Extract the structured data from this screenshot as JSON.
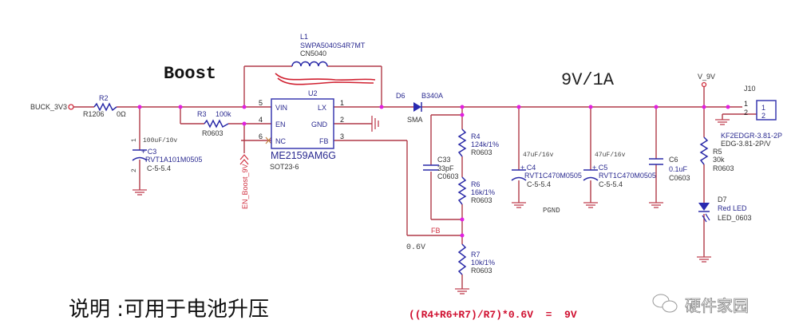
{
  "title": "Boost",
  "output_rating": "9V/1A",
  "nets": {
    "input": "BUCK_3V3",
    "output": "V_9V",
    "enable": "EN_Boost_9V",
    "feedback": "FB",
    "fb_voltage": "0.6V",
    "pgnd": "PGND"
  },
  "components": {
    "R2": {
      "ref": "R2",
      "package": "R1206",
      "value": "0Ω"
    },
    "C3": {
      "ref": "+ C3",
      "value": "100uF/10v",
      "part": "RVT1A101M0505",
      "package": "C-5-5.4"
    },
    "R3": {
      "ref": "R3",
      "value": "100k",
      "package": "R0603"
    },
    "L1": {
      "ref": "L1",
      "part": "SWPA5040S4R7MT",
      "package": "CN5040"
    },
    "U2": {
      "ref": "U2",
      "part": "ME2159AM6G",
      "package": "SOT23-6",
      "pins": [
        {
          "num": "5",
          "name": "VIN"
        },
        {
          "num": "4",
          "name": "EN"
        },
        {
          "num": "6",
          "name": "NC"
        },
        {
          "num": "1",
          "name": "LX"
        },
        {
          "num": "2",
          "name": "GND"
        },
        {
          "num": "3",
          "name": "FB"
        }
      ]
    },
    "D6": {
      "ref": "D6",
      "part": "B340A",
      "package": "SMA"
    },
    "C33": {
      "ref": "C33",
      "value": "33pF",
      "package": "C0603"
    },
    "R4": {
      "ref": "R4",
      "value": "124k/1%",
      "package": "R0603"
    },
    "R6": {
      "ref": "R6",
      "value": "16k/1%",
      "package": "R0603"
    },
    "R7": {
      "ref": "R7",
      "value": "10k/1%",
      "package": "R0603"
    },
    "C4": {
      "ref": "+ C4",
      "value": "47uF/16v",
      "part": "RVT1C470M0505",
      "package": "C-5-5.4"
    },
    "C5": {
      "ref": "+ C5",
      "value": "47uF/16v",
      "part": "RVT1C470M0505",
      "package": "C-5-5.4"
    },
    "C6": {
      "ref": "C6",
      "value": "0.1uF",
      "package": "C0603"
    },
    "R5": {
      "ref": "R5",
      "value": "30k",
      "package": "R0603"
    },
    "D7": {
      "ref": "D7",
      "value": "Red LED",
      "package": "LED_0603"
    },
    "J10": {
      "ref": "J10",
      "part": "KF2EDGR-3.81-2P",
      "package": "EDG-3.81-2P/V",
      "pins": [
        "1",
        "2"
      ]
    }
  },
  "pin_numbers": {
    "one": "1",
    "two": "2"
  },
  "description": "说明 :可用于电池升压",
  "formula": "((R4+R6+R7)/R7)*0.6V  =  9V",
  "watermark": "硬件家园"
}
